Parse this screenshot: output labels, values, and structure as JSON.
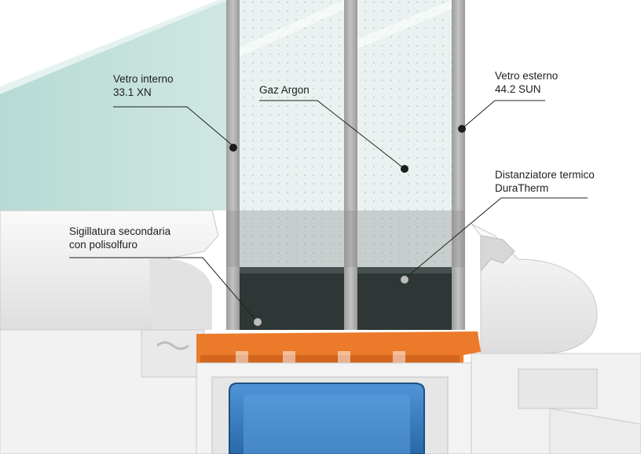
{
  "annotations": [
    {
      "id": "vetro-interno",
      "lines": [
        "Vetro interno",
        "33.1 XN"
      ]
    },
    {
      "id": "gaz-argon",
      "lines": [
        "Gaz Argon"
      ]
    },
    {
      "id": "vetro-esterno",
      "lines": [
        "Vetro esterno",
        "44.2 SUN"
      ]
    },
    {
      "id": "distanziatore",
      "lines": [
        "Distanziatore termico",
        "DuraTherm"
      ]
    },
    {
      "id": "sigillatura",
      "lines": [
        "Sigillatura secondaria",
        "con polisolfuro"
      ]
    }
  ],
  "colors": {
    "glass_tint": "#b9dcd6",
    "glass_pane": "#a9a9a9",
    "spacer": "#2c3432",
    "seal_orange": "#ec7a2b",
    "reinforcement_blue": "#3a7fc4",
    "pvc_frame": "#eeeeee"
  }
}
